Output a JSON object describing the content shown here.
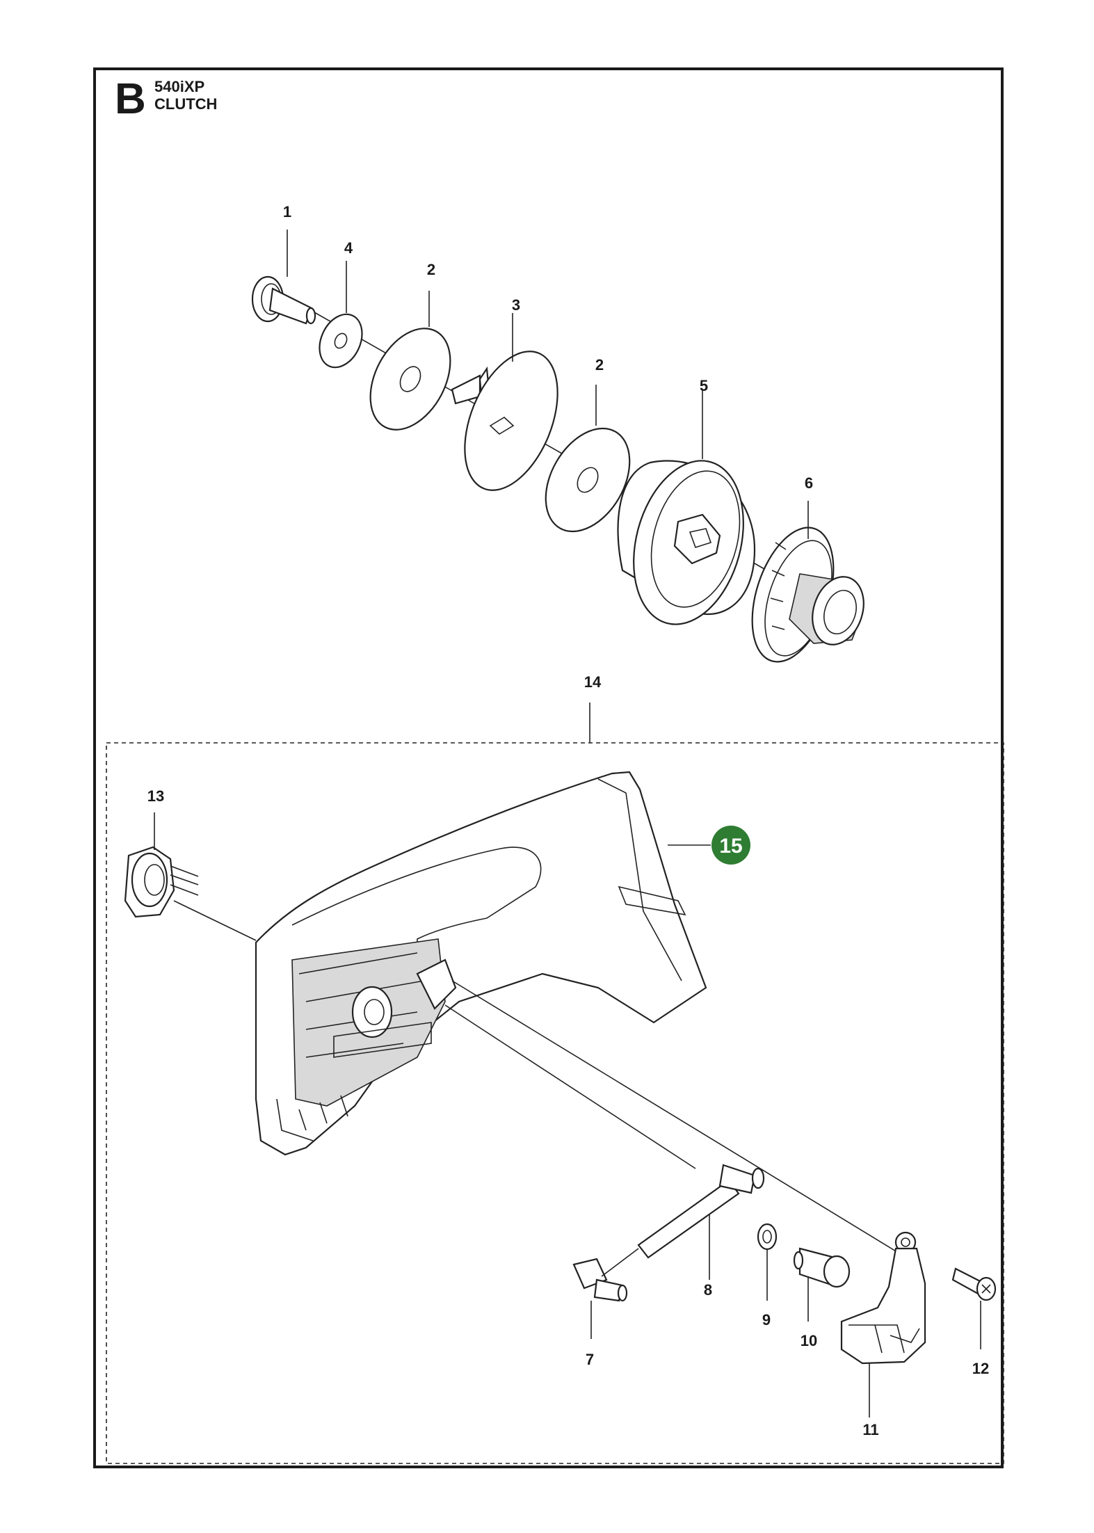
{
  "header": {
    "section_letter": "B",
    "model": "540iXP",
    "title": "CLUTCH"
  },
  "colors": {
    "badge": "#2e7d32",
    "line": "#222222"
  },
  "callouts": {
    "c1": "1",
    "c4": "4",
    "c2a": "2",
    "c3": "3",
    "c2b": "2",
    "c5": "5",
    "c6": "6",
    "c14": "14",
    "c13": "13",
    "c15": "15",
    "c7": "7",
    "c8": "8",
    "c9": "9",
    "c10": "10",
    "c11": "11",
    "c12": "12"
  }
}
